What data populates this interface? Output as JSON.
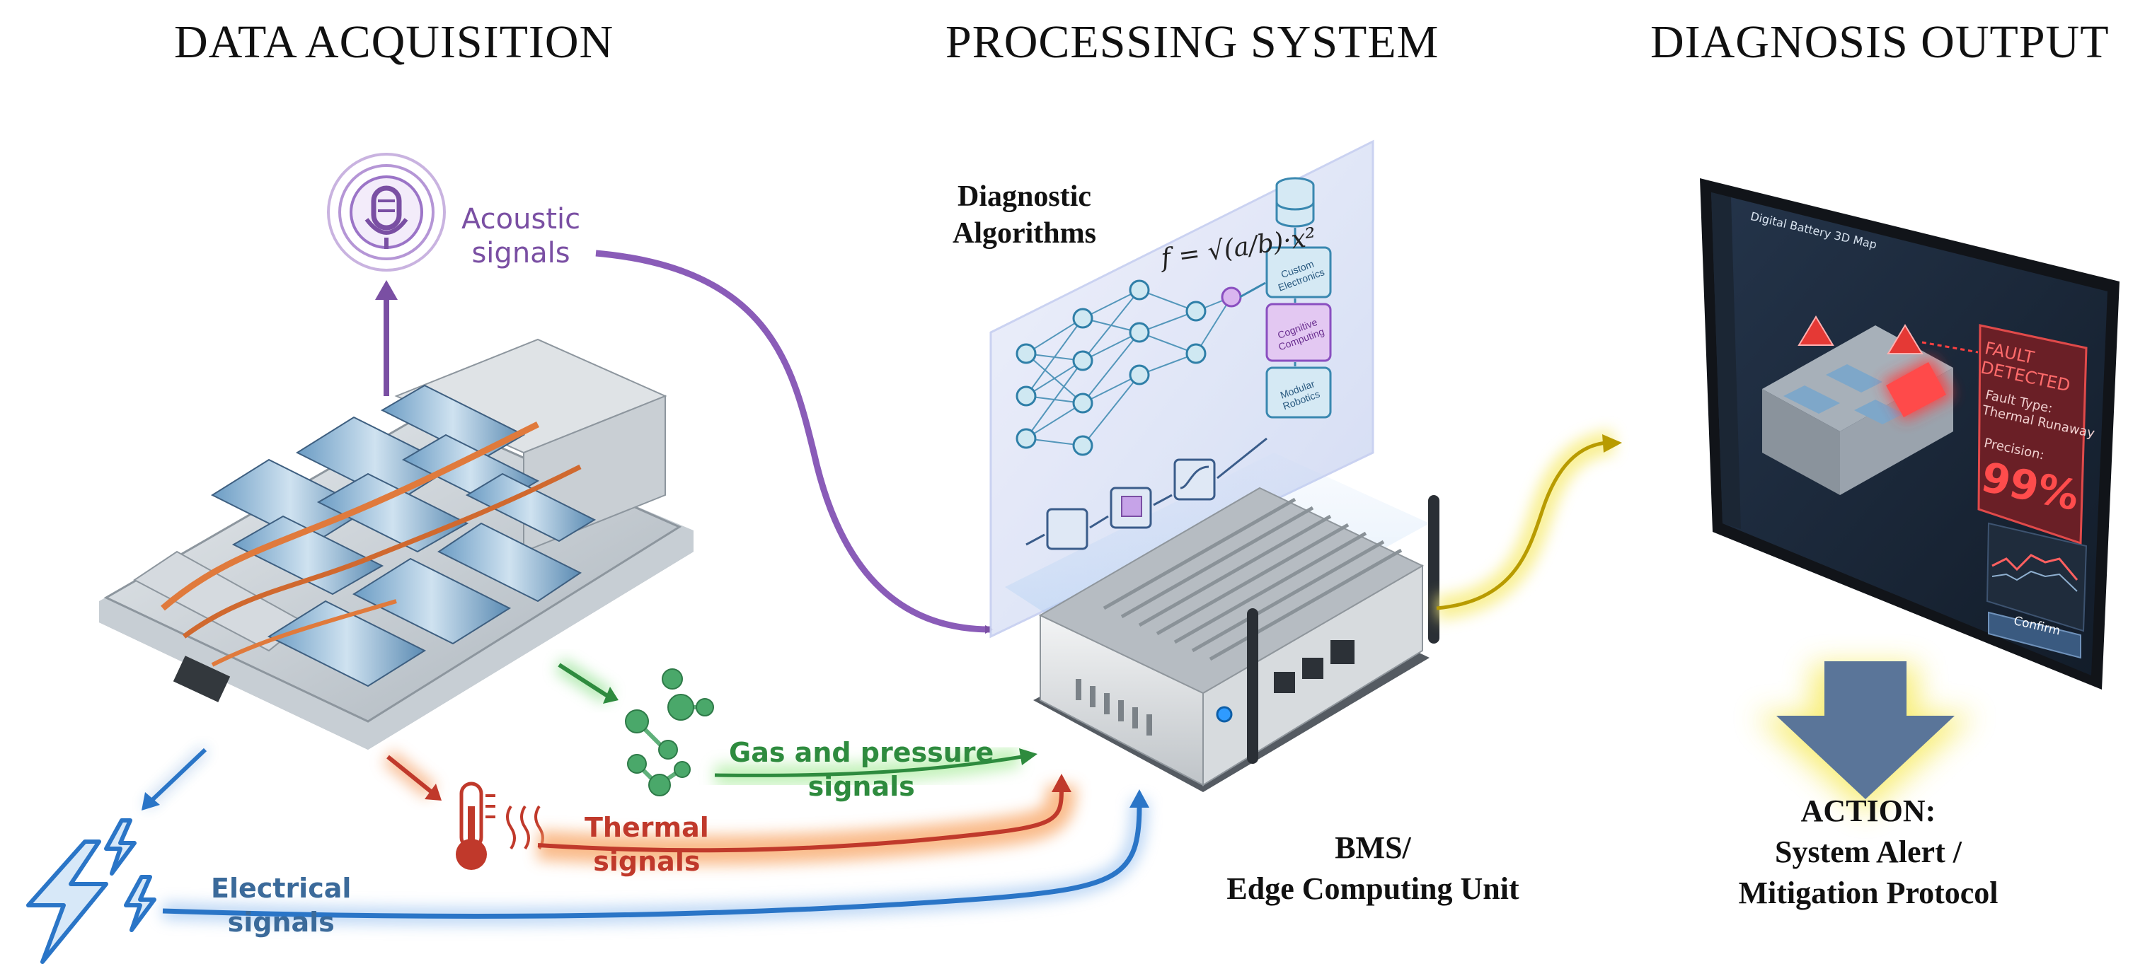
{
  "headers": {
    "acquisition": "DATA ACQUISITION",
    "processing": "PROCESSING SYSTEM",
    "output": "DIAGNOSIS OUTPUT"
  },
  "signals": {
    "acoustic": [
      "Acoustic",
      "signals"
    ],
    "gas": [
      "Gas and pressure",
      "signals"
    ],
    "thermal": [
      "Thermal",
      "signals"
    ],
    "electrical": [
      "Electrical",
      "signals"
    ]
  },
  "processing": {
    "algorithms": [
      "Diagnostic",
      "Algorithms"
    ],
    "formula": "f = √(a/b)·x²",
    "blocks": [
      "Custom Electronics",
      "Cognitive Computing",
      "Modular Robotics"
    ],
    "device": [
      "BMS/",
      "Edge Computing Unit"
    ]
  },
  "tablet": {
    "title": "Digital Battery 3D Map",
    "fault": [
      "FAULT",
      "DETECTED"
    ],
    "fault_type_label": "Fault Type:",
    "fault_type_value": "Thermal Runaway",
    "precision_label": "Precision:",
    "precision_value": "99%",
    "confirm": "Confirm"
  },
  "action": [
    "ACTION:",
    "System Alert /",
    "Mitigation Protocol"
  ],
  "colors": {
    "acoustic": "#7a4fa3",
    "gas": "#2e8b3e",
    "thermal": "#c0392b",
    "electrical": "#2a75c7",
    "alert": "#e53935",
    "arrow_down": "#5a7599"
  }
}
